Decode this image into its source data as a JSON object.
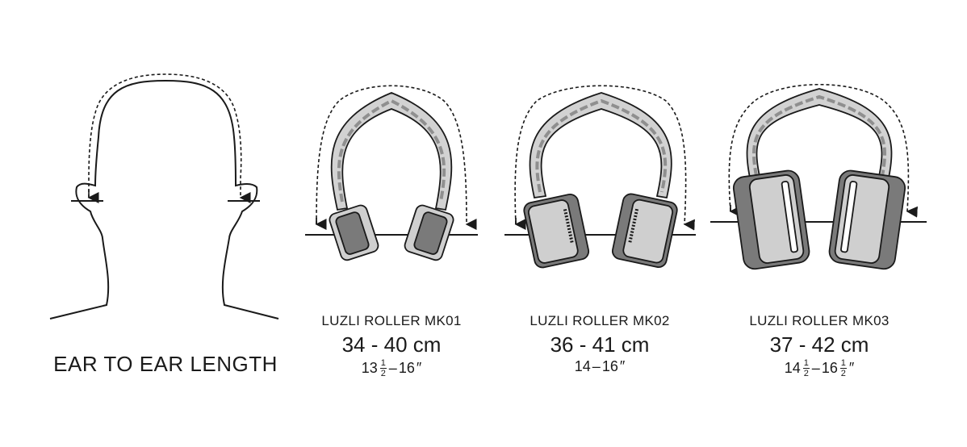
{
  "headline": "EAR TO EAR LENGTH",
  "models": [
    {
      "name": "LUZLI ROLLER MK01",
      "cm": "34 - 40 cm",
      "inch_a_whole": "13",
      "inch_a_num": "1",
      "inch_a_den": "2",
      "dash": "–",
      "inch_b_whole": "16",
      "inch_b_num": "",
      "inch_b_den": "",
      "unit": "″"
    },
    {
      "name": "LUZLI ROLLER MK02",
      "cm": "36 - 41 cm",
      "inch_a_whole": "14",
      "inch_a_num": "",
      "inch_a_den": "",
      "dash": "–",
      "inch_b_whole": "16",
      "inch_b_num": "",
      "inch_b_den": "",
      "unit": "″"
    },
    {
      "name": "LUZLI ROLLER MK03",
      "cm": "37 - 42 cm",
      "inch_a_whole": "14",
      "inch_a_num": "1",
      "inch_a_den": "2",
      "dash": "–",
      "inch_b_whole": "16",
      "inch_b_num": "1",
      "inch_b_den": "2",
      "unit": "″"
    }
  ],
  "colors": {
    "line": "#1a1a1a",
    "band_light": "#d2d2d2",
    "band_dark": "#8f8f8f",
    "cup_dark": "#7a7a7a"
  }
}
